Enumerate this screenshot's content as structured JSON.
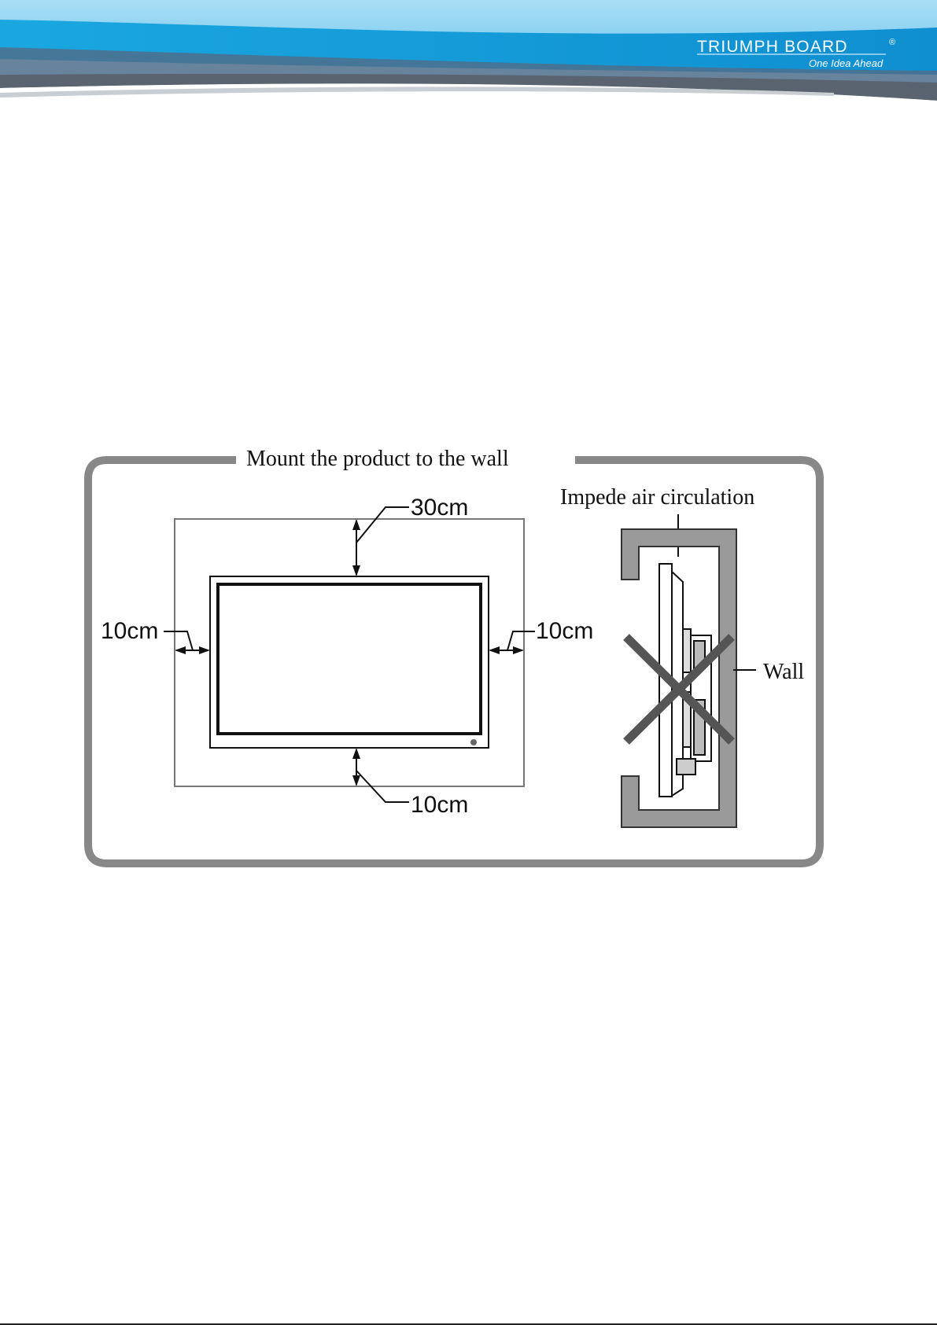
{
  "header": {
    "brand_name": "TRIUMPH BOARD",
    "registered_mark": "®",
    "tagline": "One Idea Ahead",
    "colors": {
      "sky": "#8fd3f2",
      "accent": "#1aa7e0",
      "dark": "#5a6470",
      "gray": "#c9ced3"
    }
  },
  "diagram": {
    "title": "Mount  the product to the wall",
    "clearance_top": "30cm",
    "clearance_left": "10cm",
    "clearance_right": "10cm",
    "clearance_bottom": "10cm",
    "warning_label": "Impede air circulation",
    "wall_label": "Wall",
    "colors": {
      "frame": "#888888",
      "line": "#111111",
      "wall": "#9a9a9a",
      "cross": "#555555"
    }
  }
}
